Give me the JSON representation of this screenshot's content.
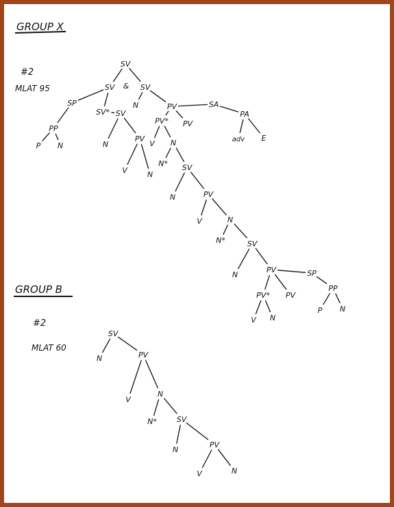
{
  "headings": {
    "group_x": "GROUP X",
    "group_b": "GROUP B"
  },
  "subjects": {
    "x_number": "#2",
    "x_mlat": "MLAT 95",
    "b_number": "#2",
    "b_mlat": "MLAT 60"
  },
  "colors": {
    "frame": "#a0461a",
    "ink": "#111111",
    "paper": "#ffffff"
  },
  "tree_x": {
    "nodes": [
      {
        "id": "root",
        "label": "SV"
      },
      {
        "id": "sv_l",
        "label": "SV"
      },
      {
        "id": "amp",
        "label": "&"
      },
      {
        "id": "sv_r",
        "label": "SV"
      },
      {
        "id": "sp",
        "label": "SP"
      },
      {
        "id": "pp",
        "label": "PP"
      },
      {
        "id": "p1",
        "label": "P"
      },
      {
        "id": "n1",
        "label": "N"
      },
      {
        "id": "svstar",
        "label": "SV*"
      },
      {
        "id": "sv2",
        "label": "SV"
      },
      {
        "id": "n2",
        "label": "N"
      },
      {
        "id": "pv1",
        "label": "PV"
      },
      {
        "id": "v1",
        "label": "V"
      },
      {
        "id": "n3",
        "label": "N"
      },
      {
        "id": "n_r",
        "label": "N"
      },
      {
        "id": "pv_top",
        "label": "PV"
      },
      {
        "id": "pvstar",
        "label": "PV*"
      },
      {
        "id": "pv2",
        "label": "PV"
      },
      {
        "id": "sa",
        "label": "SA"
      },
      {
        "id": "pa",
        "label": "PA"
      },
      {
        "id": "adv",
        "label": "adv"
      },
      {
        "id": "e",
        "label": "E"
      },
      {
        "id": "v2",
        "label": "V"
      },
      {
        "id": "n4",
        "label": "N"
      },
      {
        "id": "nstar",
        "label": "N*"
      },
      {
        "id": "sv3",
        "label": "SV"
      },
      {
        "id": "n5",
        "label": "N"
      },
      {
        "id": "pv3",
        "label": "PV"
      },
      {
        "id": "v3",
        "label": "V"
      },
      {
        "id": "n6",
        "label": "N"
      },
      {
        "id": "nstar2",
        "label": "N*"
      },
      {
        "id": "sv4",
        "label": "SV"
      },
      {
        "id": "n7",
        "label": "N"
      },
      {
        "id": "pv4",
        "label": "PV"
      },
      {
        "id": "pvstar2",
        "label": "PV*"
      },
      {
        "id": "pv5",
        "label": "PV"
      },
      {
        "id": "sp2",
        "label": "SP"
      },
      {
        "id": "pp2",
        "label": "PP"
      },
      {
        "id": "v4",
        "label": "V"
      },
      {
        "id": "n8",
        "label": "N"
      },
      {
        "id": "p2",
        "label": "P"
      },
      {
        "id": "n9",
        "label": "N"
      }
    ],
    "edges": [
      [
        "root",
        "sv_l"
      ],
      [
        "root",
        "sv_r"
      ],
      [
        "sv_l",
        "sp"
      ],
      [
        "sv_l",
        "svstar"
      ],
      [
        "sp",
        "pp"
      ],
      [
        "pp",
        "p1"
      ],
      [
        "pp",
        "n1"
      ],
      [
        "svstar",
        "sv2"
      ],
      [
        "sv2",
        "n2"
      ],
      [
        "sv2",
        "pv1"
      ],
      [
        "pv1",
        "v1"
      ],
      [
        "pv1",
        "n3"
      ],
      [
        "sv_r",
        "n_r"
      ],
      [
        "sv_r",
        "pv_top"
      ],
      [
        "pv_top",
        "pvstar"
      ],
      [
        "pv_top",
        "pv2"
      ],
      [
        "pv_top",
        "sa"
      ],
      [
        "sa",
        "pa"
      ],
      [
        "pa",
        "adv"
      ],
      [
        "pa",
        "e"
      ],
      [
        "pvstar",
        "v2"
      ],
      [
        "pvstar",
        "n4"
      ],
      [
        "n4",
        "nstar"
      ],
      [
        "n4",
        "sv3"
      ],
      [
        "sv3",
        "n5"
      ],
      [
        "sv3",
        "pv3"
      ],
      [
        "pv3",
        "v3"
      ],
      [
        "pv3",
        "n6"
      ],
      [
        "n6",
        "nstar2"
      ],
      [
        "n6",
        "sv4"
      ],
      [
        "sv4",
        "n7"
      ],
      [
        "sv4",
        "pv4"
      ],
      [
        "pv4",
        "pvstar2"
      ],
      [
        "pv4",
        "pv5"
      ],
      [
        "pv4",
        "sp2"
      ],
      [
        "sp2",
        "pp2"
      ],
      [
        "pvstar2",
        "v4"
      ],
      [
        "pvstar2",
        "n8"
      ],
      [
        "pp2",
        "p2"
      ],
      [
        "pp2",
        "n9"
      ]
    ]
  },
  "tree_b": {
    "nodes": [
      {
        "id": "b_sv",
        "label": "SV"
      },
      {
        "id": "b_n1",
        "label": "N"
      },
      {
        "id": "b_pv",
        "label": "PV"
      },
      {
        "id": "b_v1",
        "label": "V"
      },
      {
        "id": "b_n2",
        "label": "N"
      },
      {
        "id": "b_nstar",
        "label": "N*"
      },
      {
        "id": "b_sv2",
        "label": "SV"
      },
      {
        "id": "b_n3",
        "label": "N"
      },
      {
        "id": "b_pv2",
        "label": "PV"
      },
      {
        "id": "b_v2",
        "label": "V"
      },
      {
        "id": "b_n4",
        "label": "N"
      }
    ],
    "edges": [
      [
        "b_sv",
        "b_n1"
      ],
      [
        "b_sv",
        "b_pv"
      ],
      [
        "b_pv",
        "b_v1"
      ],
      [
        "b_pv",
        "b_n2"
      ],
      [
        "b_n2",
        "b_nstar"
      ],
      [
        "b_n2",
        "b_sv2"
      ],
      [
        "b_sv2",
        "b_n3"
      ],
      [
        "b_sv2",
        "b_pv2"
      ],
      [
        "b_pv2",
        "b_v2"
      ],
      [
        "b_pv2",
        "b_n4"
      ]
    ]
  }
}
